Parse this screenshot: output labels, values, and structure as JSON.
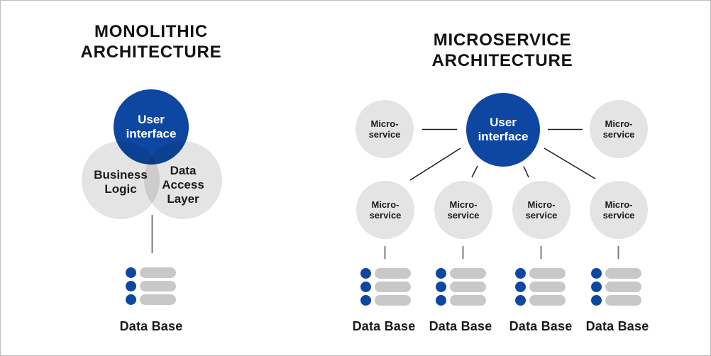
{
  "colors": {
    "accent_blue": "#0d47a1",
    "circle_gray": "#e4e4e4",
    "bar_gray": "#c8c8c8",
    "connector_gray": "#7d7d7d",
    "connector_black": "#1a1a1a"
  },
  "monolith": {
    "title": "MONOLITHIC\nARCHITECTURE",
    "circles": {
      "user_interface": "User\ninterface",
      "business_logic": "Business\nLogic",
      "data_access_layer": "Data\nAccess\nLayer"
    },
    "database_label": "Data Base"
  },
  "microservice": {
    "title": "MICROSERVICE\nARCHITECTURE",
    "user_interface": "User\ninterface",
    "service_label": "Micro-\nservice",
    "database_labels": [
      "Data Base",
      "Data Base",
      "Data Base",
      "Data Base"
    ]
  }
}
